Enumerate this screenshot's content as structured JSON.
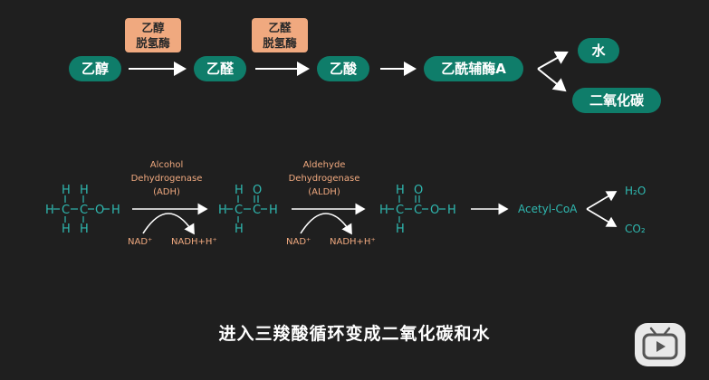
{
  "top_row": {
    "ethanol": "乙醇",
    "acetaldehyde": "乙醛",
    "acetic_acid": "乙酸",
    "acetyl_coa": "乙酰辅酶A",
    "water": "水",
    "co2": "二氧化碳",
    "enzyme1_line1": "乙醇",
    "enzyme1_line2": "脱氢酶",
    "enzyme2_line1": "乙醛",
    "enzyme2_line2": "脱氢酶"
  },
  "bottom_row": {
    "enzyme1": {
      "line1": "Alcohol",
      "line2": "Dehydrogenase",
      "line3": "(ADH)"
    },
    "enzyme2": {
      "line1": "Aldehyde",
      "line2": "Dehydrogenase",
      "line3": "(ALDH)"
    },
    "nad1": "NAD⁺",
    "nadh1": "NADH+H⁺",
    "nad2": "NAD⁺",
    "nadh2": "NADH+H⁺",
    "acetyl_coa": "Acetyl-CoA",
    "water": "H₂O",
    "co2": "CO₂"
  },
  "subtitle": "进入三羧酸循环变成二氧化碳和水",
  "colors": {
    "teal": "#0f7d6a",
    "enzyme_box": "#f0a97f",
    "enzyme_text": "#f0a97f",
    "formula": "#2fb8b0"
  }
}
